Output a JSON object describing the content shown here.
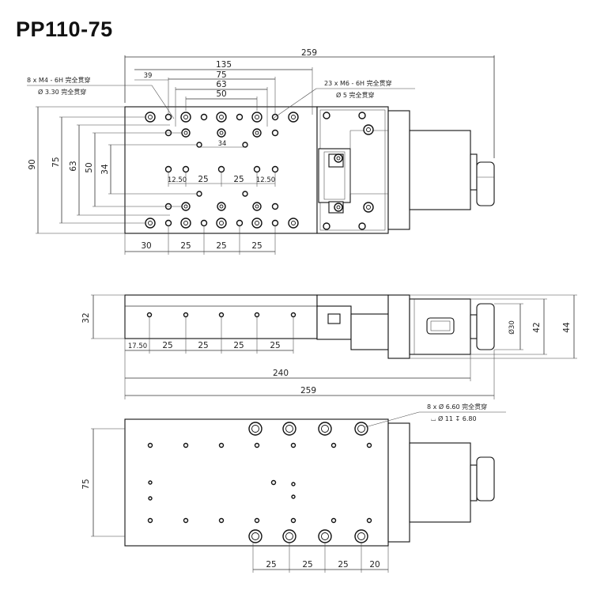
{
  "title": "PP110-75",
  "top_view": {
    "overall_dims": {
      "total_length": "259",
      "hole_span": "135",
      "hole_75": "75",
      "hole_63": "63",
      "hole_50": "50",
      "hole_39": "39",
      "height_90": "90",
      "height_75": "75",
      "height_63": "63",
      "height_50": "50",
      "height_34": "34",
      "center_34": "34"
    },
    "inner_dims": [
      "12.50",
      "25",
      "25",
      "12.50"
    ],
    "bottom_dims": [
      "30",
      "25",
      "25",
      "25"
    ],
    "note_left": {
      "line1": "8 x  M4 - 6H 完全贯穿",
      "line2": "Ø 3.30 完全贯穿"
    },
    "note_right": {
      "line1": "23 x  M6 - 6H 完全贯穿",
      "line2": "Ø 5 完全贯穿"
    }
  },
  "side_view": {
    "height": "32",
    "bottom_dims": [
      "17.50",
      "25",
      "25",
      "25",
      "25"
    ],
    "length_240": "240",
    "length_259": "259",
    "motor_dia": "Ø30",
    "height_42": "42",
    "height_44": "44"
  },
  "bottom_view": {
    "height": "75",
    "bottom_dims": [
      "25",
      "25",
      "25",
      "20"
    ],
    "note": {
      "line1": "8 x  Ø 6.60 完全贯穿",
      "line2": "⌴ Ø 11 ↧ 6.80"
    }
  }
}
